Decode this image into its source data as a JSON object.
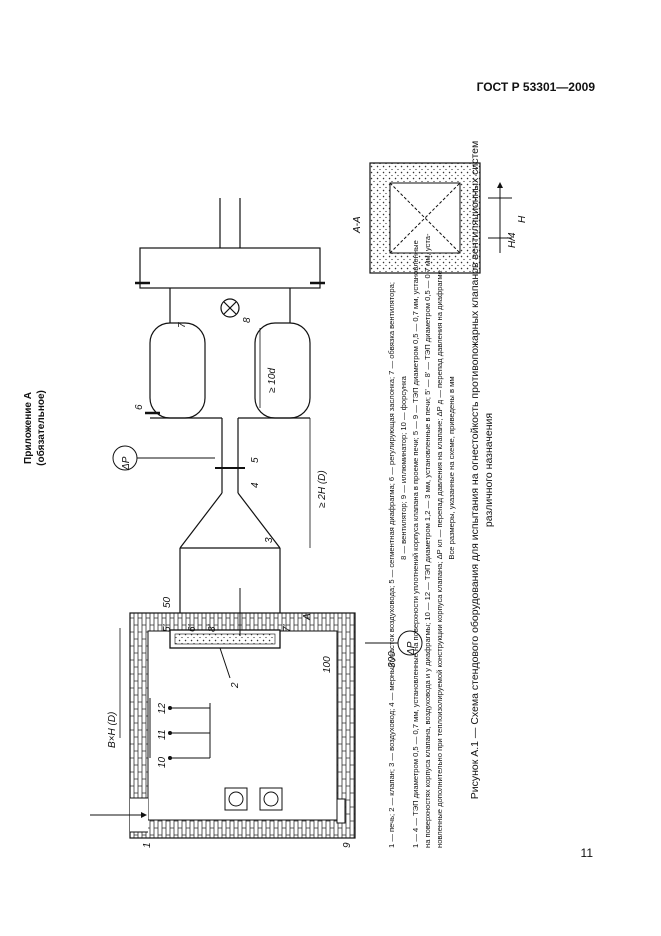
{
  "header": {
    "doc_code": "ГОСТ Р 53301—2009"
  },
  "footer": {
    "page_number": "11"
  },
  "appendix": {
    "title": "Приложение А",
    "note": "(обязательное)"
  },
  "section_view": {
    "label": "А-А",
    "dim_h": "Н",
    "dim_h4": "Н/4"
  },
  "diagram_labels": {
    "n1": "1",
    "n2": "2",
    "n3": "3",
    "n4": "4",
    "n5": "5",
    "n6": "6",
    "n7": "7",
    "n8": "8",
    "n9": "9",
    "n10": "10",
    "n11": "11",
    "n12": "12",
    "p5": "5'",
    "p6": "6'",
    "p8": "8'",
    "p7": "7'",
    "dim50": "50",
    "dim100": "100",
    "dim300": "300",
    "bh": "В×Н (D)",
    "two_h": "≥ 2Н (D)",
    "ten_d": "≥ 10d",
    "sec_a": "А",
    "dp": "ΔР",
    "dp_sub_kl": "кл",
    "dp_sub_d": "д"
  },
  "legend": {
    "line1": "1 — печь; 2 — клапан; 3 — воздуховод; 4 — мерный участок воздуховода; 5 — сегментная диафрагма; 6 — регулирующая заслонка; 7 — обвязка вентилятора;",
    "line2": "8 — вентилятор; 9 — иллюминатор; 10 — форсунка",
    "line3": "1 — 4 — ТЭП диаметром 0,5 — 0,7 мм, установленные на поверхности уплотнений корпуса клапана в проеме печи; 5 — 9 — ТЭП диаметром 0,5 — 0,7 мм, установленные",
    "line4": "на поверхностях корпуса клапана, воздуховода и у диафрагмы; 10 — 12 — ТЭП диаметром 1,2 — 3 мм, установленные в печи; 5' — 8' — ТЭП диаметром 0,5 — 0,7 мм, уста-",
    "line5": "новленные дополнительно при теплоизолируемой конструкции корпуса клапана; ΔР кл — перепад давления на клапане; ΔР д — перепад давления на диафрагме",
    "line6": "Все размеры, указанные на схеме, приведены в мм"
  },
  "caption": {
    "line1": "Рисунок А.1 — Схема стендового оборудования для испытания на огнестойкость противопожарных клапанов вентиляционных систем",
    "line2": "различного назначения"
  }
}
